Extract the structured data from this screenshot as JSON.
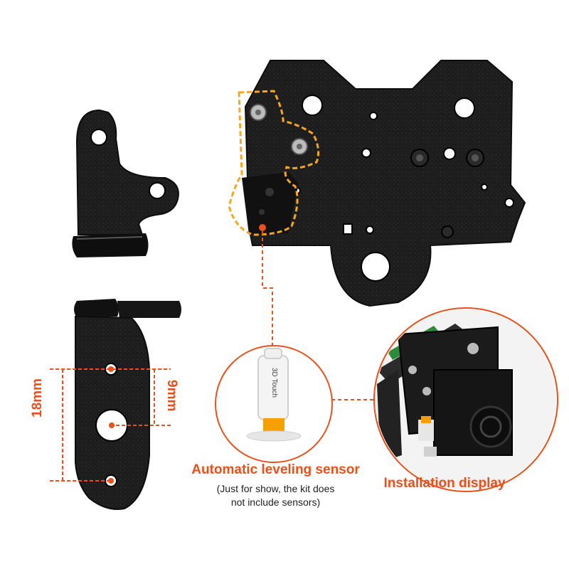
{
  "colors": {
    "accent": "#e8501c",
    "highlight": "#f5a623",
    "metal": "#1c1c1c",
    "sensor_ring": "#f5a000"
  },
  "dimensions": {
    "height_label": "18mm",
    "hole_spacing_label": "9mm"
  },
  "sensor": {
    "title": "Automatic leveling sensor",
    "note_line1": "(Just for show, the kit does",
    "note_line2": "not include sensors)",
    "device_text": "3D Touch"
  },
  "installation": {
    "title": "Installation display"
  }
}
